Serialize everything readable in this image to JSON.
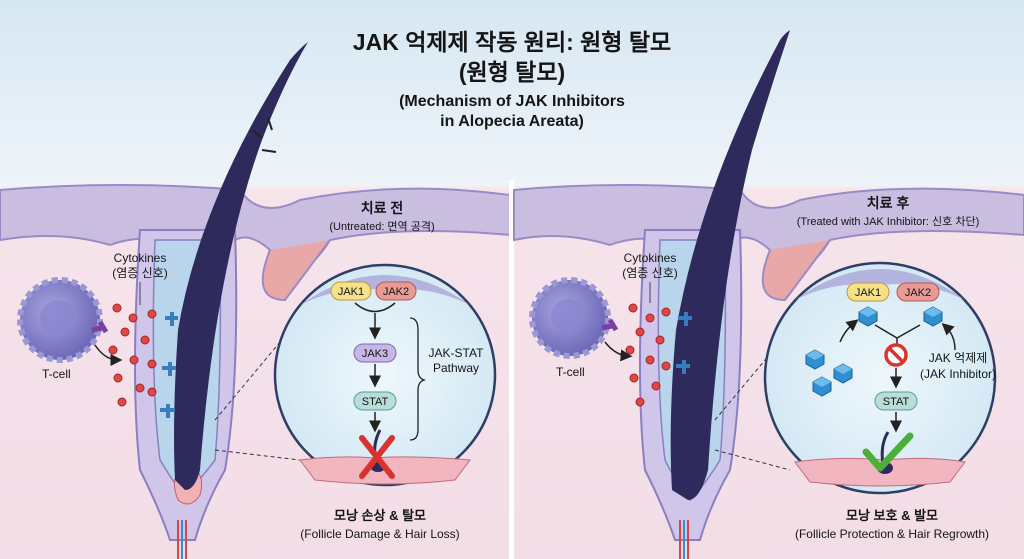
{
  "title": {
    "line1": "JAK 억제제 작동 원리: 원형 탈모",
    "line2": "(원형 탈모)",
    "line3": "(Mechanism of JAK Inhibitors",
    "line4": "in Alopecia Areata)"
  },
  "left_panel": {
    "heading": "치료 전",
    "subheading": "(Untreated: 면역 공격)",
    "cytokines": "Cytokines",
    "cytokines_ko": "(염증 신호)",
    "tcell": "T-cell",
    "jak1": "JAK1",
    "jak2": "JAK2",
    "jak3": "JAK3",
    "stat": "STAT",
    "pathway_line1": "JAK-STAT",
    "pathway_line2": "Pathway",
    "result_ko": "모낭 손상 & 탈모",
    "result_en": "(Follicle Damage & Hair Loss)"
  },
  "right_panel": {
    "heading": "치료 후",
    "subheading": "(Treated with JAK Inhibitor: 신호 차단)",
    "cytokines": "Cytokines",
    "cytokines_ko": "(염증 신호)",
    "tcell": "T-cell",
    "jak1": "JAK1",
    "jak2": "JAK2",
    "inhibitor_ko": "JAK 억제제",
    "inhibitor_en": "(JAK Inhibitor)",
    "stat": "STAT",
    "result_ko": "모낭 보호 & 발모",
    "result_en": "(Follicle Protection & Hair Regrowth)"
  },
  "colors": {
    "sky": "#dcebf5",
    "tissue": "#f7e3ea",
    "skin": "#c9bde0",
    "hair": "#2e2b5c",
    "jak1": "#f6e08a",
    "jak2": "#e99a95",
    "jak3": "#c7b6e6",
    "stat": "#b9ddd9",
    "cross": "#d9332f",
    "check": "#4caf3a",
    "inhibitor": "#2f8fd0"
  }
}
